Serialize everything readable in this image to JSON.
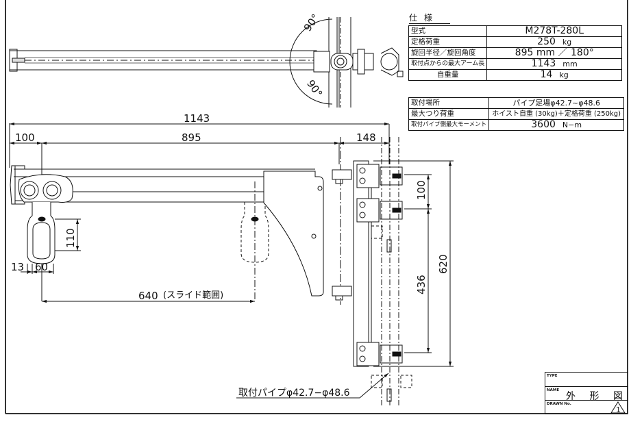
{
  "drawing": {
    "top_view": {
      "angle_upper": "90°",
      "angle_lower": "90°"
    },
    "dimensions": {
      "overall_length": "1143",
      "offset_left": "100",
      "rotation_radius": "895",
      "offset_right": "148",
      "hook_height": "110",
      "hook_offset_13": "13",
      "hook_width_60": "60",
      "slide_range": "640",
      "slide_range_label": "(スライド範囲)",
      "clamp_pitch_100": "100",
      "clamp_pitch_436": "436",
      "clamp_total_620": "620"
    },
    "pipe_callout": "取付パイプφ42.7−φ48.6"
  },
  "specs": {
    "title": "仕様",
    "table1": [
      {
        "key": "型式",
        "value": "M278T-280L",
        "unit": ""
      },
      {
        "key": "定格荷重",
        "value": "250",
        "unit": "kg"
      },
      {
        "key": "旋回半径／旋回角度",
        "value": "895 mm ／ 180°",
        "unit": ""
      },
      {
        "key": "取付点からの最大アーム長",
        "value": "1143",
        "unit": "mm"
      },
      {
        "key": "自重量",
        "value": "14",
        "unit": "kg"
      }
    ],
    "table2": [
      {
        "key": "取付場所",
        "value": "パイプ足場φ42.7~φ48.6",
        "unit": ""
      },
      {
        "key": "最大つり荷重",
        "value": "ホイスト自重 (30kg)＋定格荷重 (250kg)",
        "unit": ""
      },
      {
        "key": "取付パイプ側最大モーメント",
        "value": "3600",
        "unit": "N−m"
      }
    ]
  },
  "title_block": {
    "type_label": "TYPE",
    "type_value": "",
    "name_label": "NAME",
    "name_value": "外 形 図",
    "drawn_no_label": "DRAWN No.",
    "revision_mark": "1"
  }
}
